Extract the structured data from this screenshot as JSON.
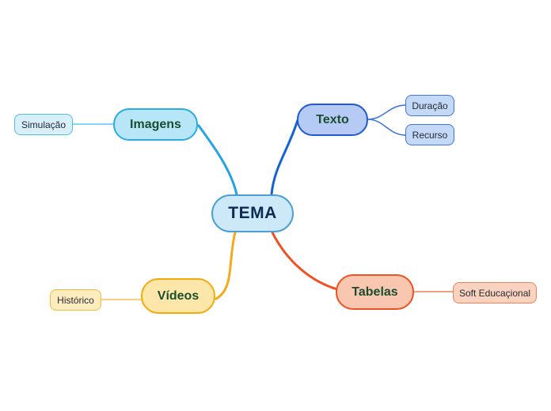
{
  "canvas": {
    "background": "#ffffff"
  },
  "root": {
    "label": "TEMA",
    "fill": "#cde9f9",
    "border_color": "#4aa0d6",
    "text_color": "#0d2b52"
  },
  "branches": [
    {
      "label": "Imagens",
      "fill": "#b8e6f9",
      "border_color": "#2cabe2",
      "text_color": "#1b4d2e",
      "edge_color": "#23a3e3",
      "child_edge_color": "#5fc8ee",
      "children": [
        {
          "label": "Simulação",
          "fill": "#d8f0fb",
          "border_color": "#54bce9",
          "text_color": "#252a33"
        }
      ]
    },
    {
      "label": "Texto",
      "fill": "#b5caf4",
      "border_color": "#2059d4",
      "text_color": "#1b4d2e",
      "edge_color": "#1563d2",
      "child_edge_color": "#3d78dd",
      "children": [
        {
          "label": "Duração",
          "fill": "#c4d8f8",
          "border_color": "#4076dc",
          "text_color": "#252a33"
        },
        {
          "label": "Recurso",
          "fill": "#c4d8f8",
          "border_color": "#4076dc",
          "text_color": "#252a33"
        }
      ]
    },
    {
      "label": "Vídeos",
      "fill": "#fce6a9",
      "border_color": "#f3ab0a",
      "text_color": "#1b4d2e",
      "edge_color": "#f7a91c",
      "child_edge_color": "#f3c354",
      "children": [
        {
          "label": "Histórico",
          "fill": "#fdedbe",
          "border_color": "#f3ba3c",
          "text_color": "#252a33"
        }
      ]
    },
    {
      "label": "Tabelas",
      "fill": "#f9c7b0",
      "border_color": "#ee5222",
      "text_color": "#1b4d2e",
      "edge_color": "#f04f23",
      "child_edge_color": "#f07e56",
      "children": [
        {
          "label": "Soft Educaçional",
          "fill": "#fad3c0",
          "border_color": "#ef8159",
          "text_color": "#252a33"
        }
      ]
    }
  ]
}
